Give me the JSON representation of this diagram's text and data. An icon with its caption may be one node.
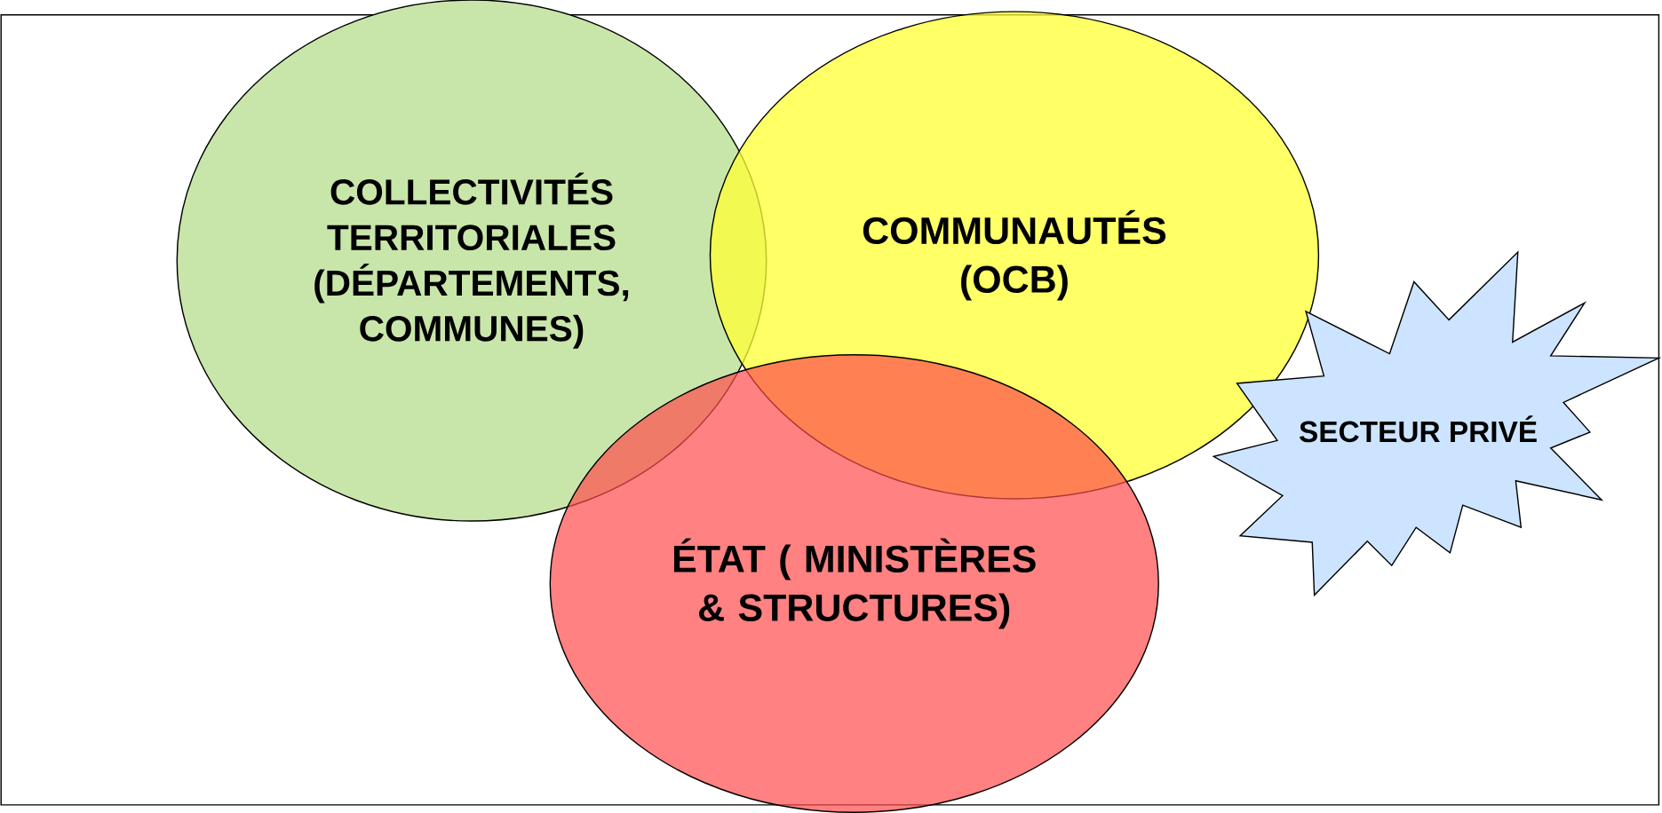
{
  "diagram": {
    "nodes": [
      {
        "text": [
          "COLLECTIVITÉS TERRITORIALES (DÉPARTEMENTS, COMMUNES)"
        ]
      },
      {
        "text": [
          "COMMUNAUTÉS (OCB)"
        ]
      },
      {
        "text": [
          "ÉTAT ( MINISTÈRES & STRUCTURES)"
        ]
      },
      {
        "text": [
          "SECTEUR PRIVÉ"
        ]
      }
    ]
  }
}
